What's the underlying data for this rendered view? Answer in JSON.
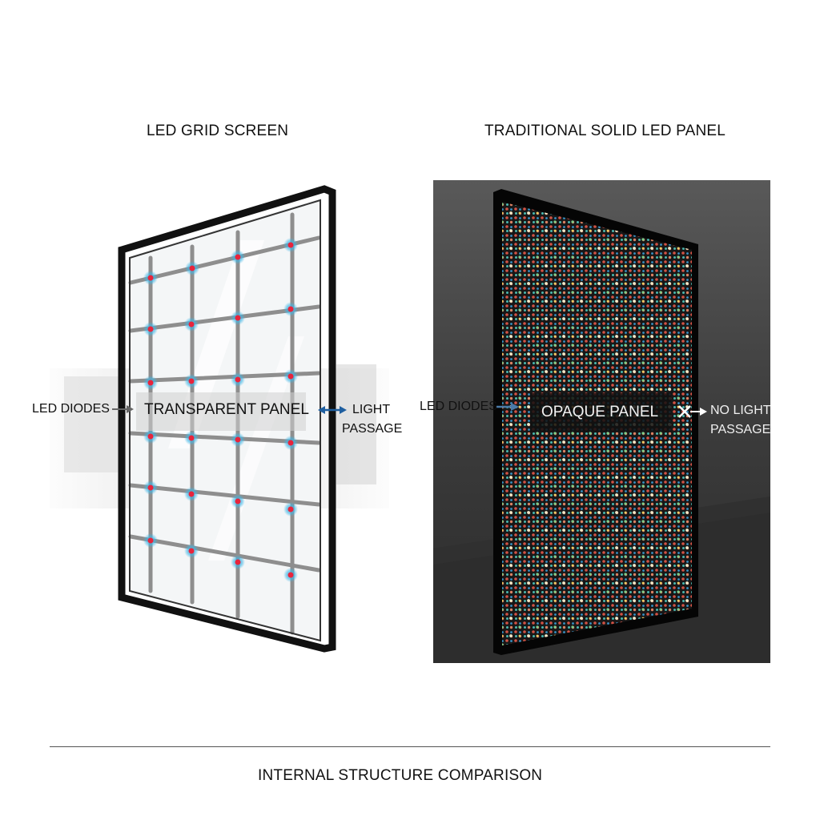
{
  "left": {
    "title": "LED GRID SCREEN",
    "center_label": "TRANSPARENT PANEL",
    "left_label": "LED DIODES",
    "right_label_line1": "LIGHT",
    "right_label_line2": "PASSAGE",
    "arrow_icon": "double-arrow-icon",
    "colors": {
      "frame": "#111111",
      "bar": "#9a9a9a",
      "glow": "#3fb6e6",
      "diode": "#e8243c",
      "arrow": "#1f5fa0"
    }
  },
  "right": {
    "title": "TRADITIONAL SOLID LED PANEL",
    "center_label": "OPAQUE PANEL",
    "left_label": "LED DIODES",
    "right_label_line1": "NO LIGHT",
    "right_label_line2": "PASSAGE",
    "blocked_icon": "x-mark-icon",
    "colors": {
      "background": "#3a3a3a",
      "panel": "#151515",
      "frame": "#0a0a0a",
      "arrow": "#4a7aa8"
    },
    "led_palette": [
      "#e85a4a",
      "#3aa0d8",
      "#f0e8c8",
      "#4fc8c0",
      "#f08c6a",
      "#7ad08a",
      "#e8d060"
    ]
  },
  "footer": {
    "caption": "INTERNAL STRUCTURE COMPARISON"
  }
}
